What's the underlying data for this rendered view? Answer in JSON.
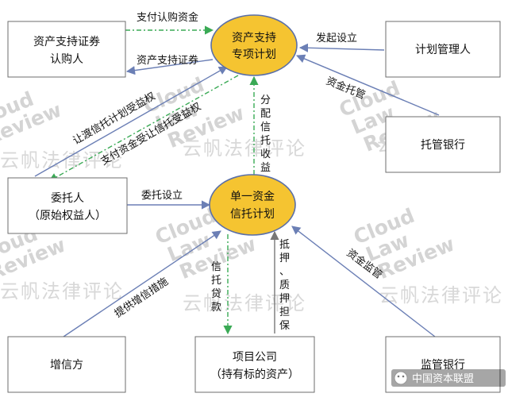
{
  "nodes": {
    "investor": {
      "line1": "资产支持证券",
      "line2": "认购人"
    },
    "abs_plan": {
      "line1": "资产支持",
      "line2": "专项计划"
    },
    "manager": {
      "line1": "计划管理人"
    },
    "custodian": {
      "line1": "托管银行"
    },
    "trustor": {
      "line1": "委托人",
      "line2": "（原始权益人）"
    },
    "trust_plan": {
      "line1": "单一资金",
      "line2": "信托计划"
    },
    "guarantor": {
      "line1": "增信方"
    },
    "project": {
      "line1": "项目公司",
      "line2": "（持有标的资产）"
    },
    "supervisor": {
      "line1": "监管银行"
    }
  },
  "edges": {
    "pay_subscription": "支付认购资金",
    "abs_securities": "资产支持证券",
    "initiate": "发起设立",
    "fund_custody": "资金托管",
    "transfer_trust": "让渡信托计划受益权",
    "pay_transfer": "支付资金受让信托受益权",
    "distribute_trust": [
      "分",
      "配",
      "信",
      "托",
      "收",
      "益"
    ],
    "entrust": "委托设立",
    "credit_enhance": "提供增信措施",
    "trust_loan": [
      "信",
      "托",
      "贷",
      "款"
    ],
    "pledge": [
      "抵",
      "押",
      "、",
      "质",
      "押",
      "担",
      "保"
    ],
    "fund_supervision": "资金监管"
  },
  "watermark": {
    "line1": "Cloud",
    "line2": "Law",
    "line3": "Review",
    "cn": "云帆法律评论"
  },
  "brand": {
    "label": "中国资本联盟"
  },
  "colors": {
    "oval_fill": "#f5c431",
    "oval_stroke": "#5a6fa8",
    "blue_arrow": "#6b7fb5",
    "green_arrow": "#3aaa55"
  }
}
